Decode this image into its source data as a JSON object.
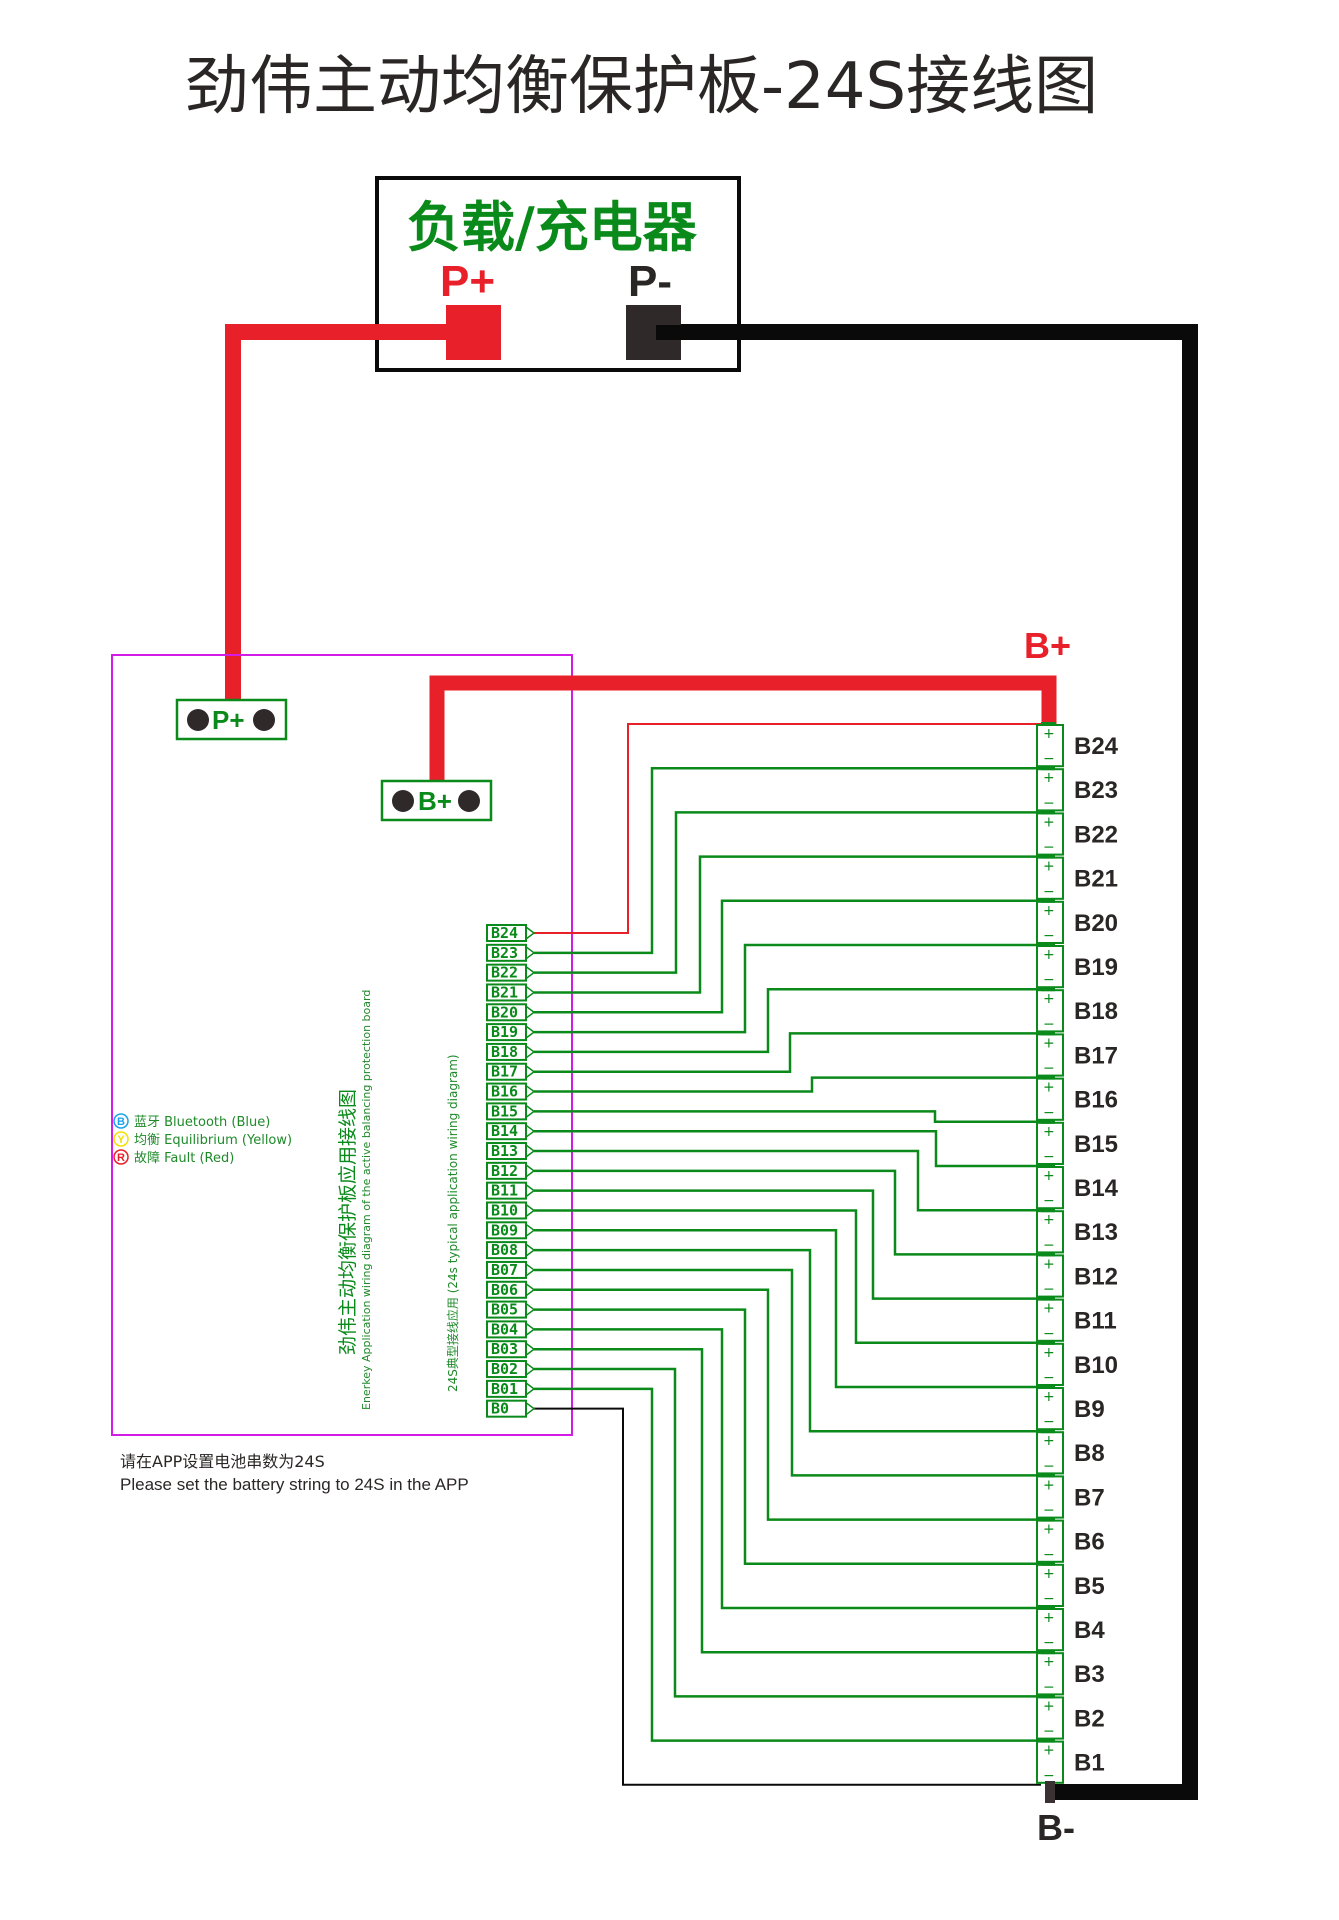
{
  "title": "劲伟主动均衡保护板-24S接线图",
  "load_box": {
    "label": "负载/充电器",
    "p_plus": "P+",
    "p_minus": "P-"
  },
  "board": {
    "p_plus_connector": "P+",
    "b_plus_connector": "B+",
    "vertical_title": "劲伟主动均衡保护板应用接线图",
    "vertical_subtitle": "Enerkey Application wiring diagram of the active balancing protection board",
    "vertical_typical": "24S典型接线应用  (24s typical application wiring diagram)",
    "legend": [
      {
        "badge": "B",
        "text": "蓝牙 Bluetooth (Blue)",
        "color": "#1aa3e8"
      },
      {
        "badge": "Y",
        "text": "均衡 Equilibrium (Yellow)",
        "color": "#f2e000"
      },
      {
        "badge": "R",
        "text": "故障 Fault  (Red)",
        "color": "#e8202a"
      }
    ],
    "pins": [
      "B24",
      "B23",
      "B22",
      "B21",
      "B20",
      "B19",
      "B18",
      "B17",
      "B16",
      "B15",
      "B14",
      "B13",
      "B12",
      "B11",
      "B10",
      "B09",
      "B08",
      "B07",
      "B06",
      "B05",
      "B04",
      "B03",
      "B02",
      "B01",
      "B0"
    ]
  },
  "note": {
    "cn": "请在APP设置电池串数为24S",
    "en": "Please set the battery string to 24S in the APP"
  },
  "battery": {
    "b_plus": "B+",
    "b_minus": "B-",
    "cells": [
      "B24",
      "B23",
      "B22",
      "B21",
      "B20",
      "B19",
      "B18",
      "B17",
      "B16",
      "B15",
      "B14",
      "B13",
      "B12",
      "B11",
      "B10",
      "B9",
      "B8",
      "B7",
      "B6",
      "B5",
      "B4",
      "B3",
      "B2",
      "B1"
    ],
    "plus_sign": "+",
    "minus_sign": "−"
  },
  "colors": {
    "red": "#e8202a",
    "black": "#0a0a0a",
    "green": "#0a8a1a",
    "magenta": "#d21be6",
    "dark": "#2b2626"
  }
}
